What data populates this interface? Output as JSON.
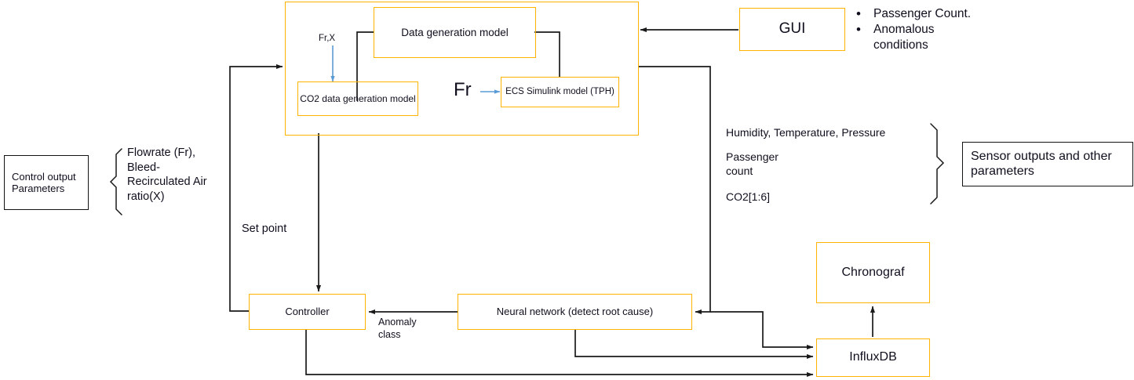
{
  "diagram": {
    "title": "ECS closed-loop data generation and anomaly detection architecture",
    "colors": {
      "box_amber": "#ffb400",
      "box_black": "#141414",
      "wire_black": "#1a1a1a",
      "wire_blue": "#5b9bd5",
      "text": "#0f0f1e",
      "background": "#ffffff"
    },
    "nodes": {
      "container": {
        "label": ""
      },
      "data_generation_model": {
        "label": "Data generation model"
      },
      "co2_data_generation_model": {
        "label": "CO2 data generation\nmodel"
      },
      "ecs_simulink_model": {
        "label": "ECS Simulink model\n(TPH)"
      },
      "gui": {
        "label": "GUI"
      },
      "control_output_parameters": {
        "label": "Control\noutput\nParameters"
      },
      "sensor_outputs": {
        "label": "Sensor outputs and\nother parameters"
      },
      "controller": {
        "label": "Controller"
      },
      "neural_network": {
        "label": "Neural network (detect root cause)"
      },
      "chronograf": {
        "label": "Chronograf"
      },
      "influxdb": {
        "label": "InfluxDB"
      }
    },
    "labels": {
      "fr_x": "Fr,X",
      "fr": "Fr",
      "set_point": "Set point",
      "anomaly_class": "Anomaly\nclass",
      "control_params_list": "Flowrate (Fr),\nBleed-\nRecirculated Air\nratio(X)",
      "sensor_line_1": "Humidity, Temperature, Pressure",
      "sensor_line_2": "Passenger\ncount",
      "sensor_line_3": "CO2[1:6]"
    },
    "gui_bullets": [
      "Passenger  Count.",
      "Anomalous\nconditions"
    ],
    "bullet_glyph": "•"
  }
}
